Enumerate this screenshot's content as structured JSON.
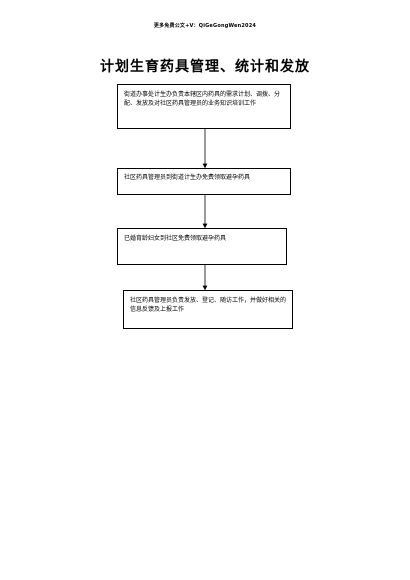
{
  "header_note": "更多免费公文+V：QiGeGongWen2024",
  "title": "计划生育药具管理、统计和发放",
  "flow": {
    "steps": [
      {
        "text": "街道办事处计生办负责本辖区内药具的需求计划、调拨、分配、发放及对社区药具管理员的业务知识培训工作"
      },
      {
        "text": "社区药具管理员到街道计生办免费领取避孕药具"
      },
      {
        "text": "已婚育龄妇女到社区免费领取避孕药具"
      },
      {
        "text": "社区药具管理员负责发放、登记、随访工作，并做好相关的信息反馈及上报工作"
      }
    ]
  }
}
